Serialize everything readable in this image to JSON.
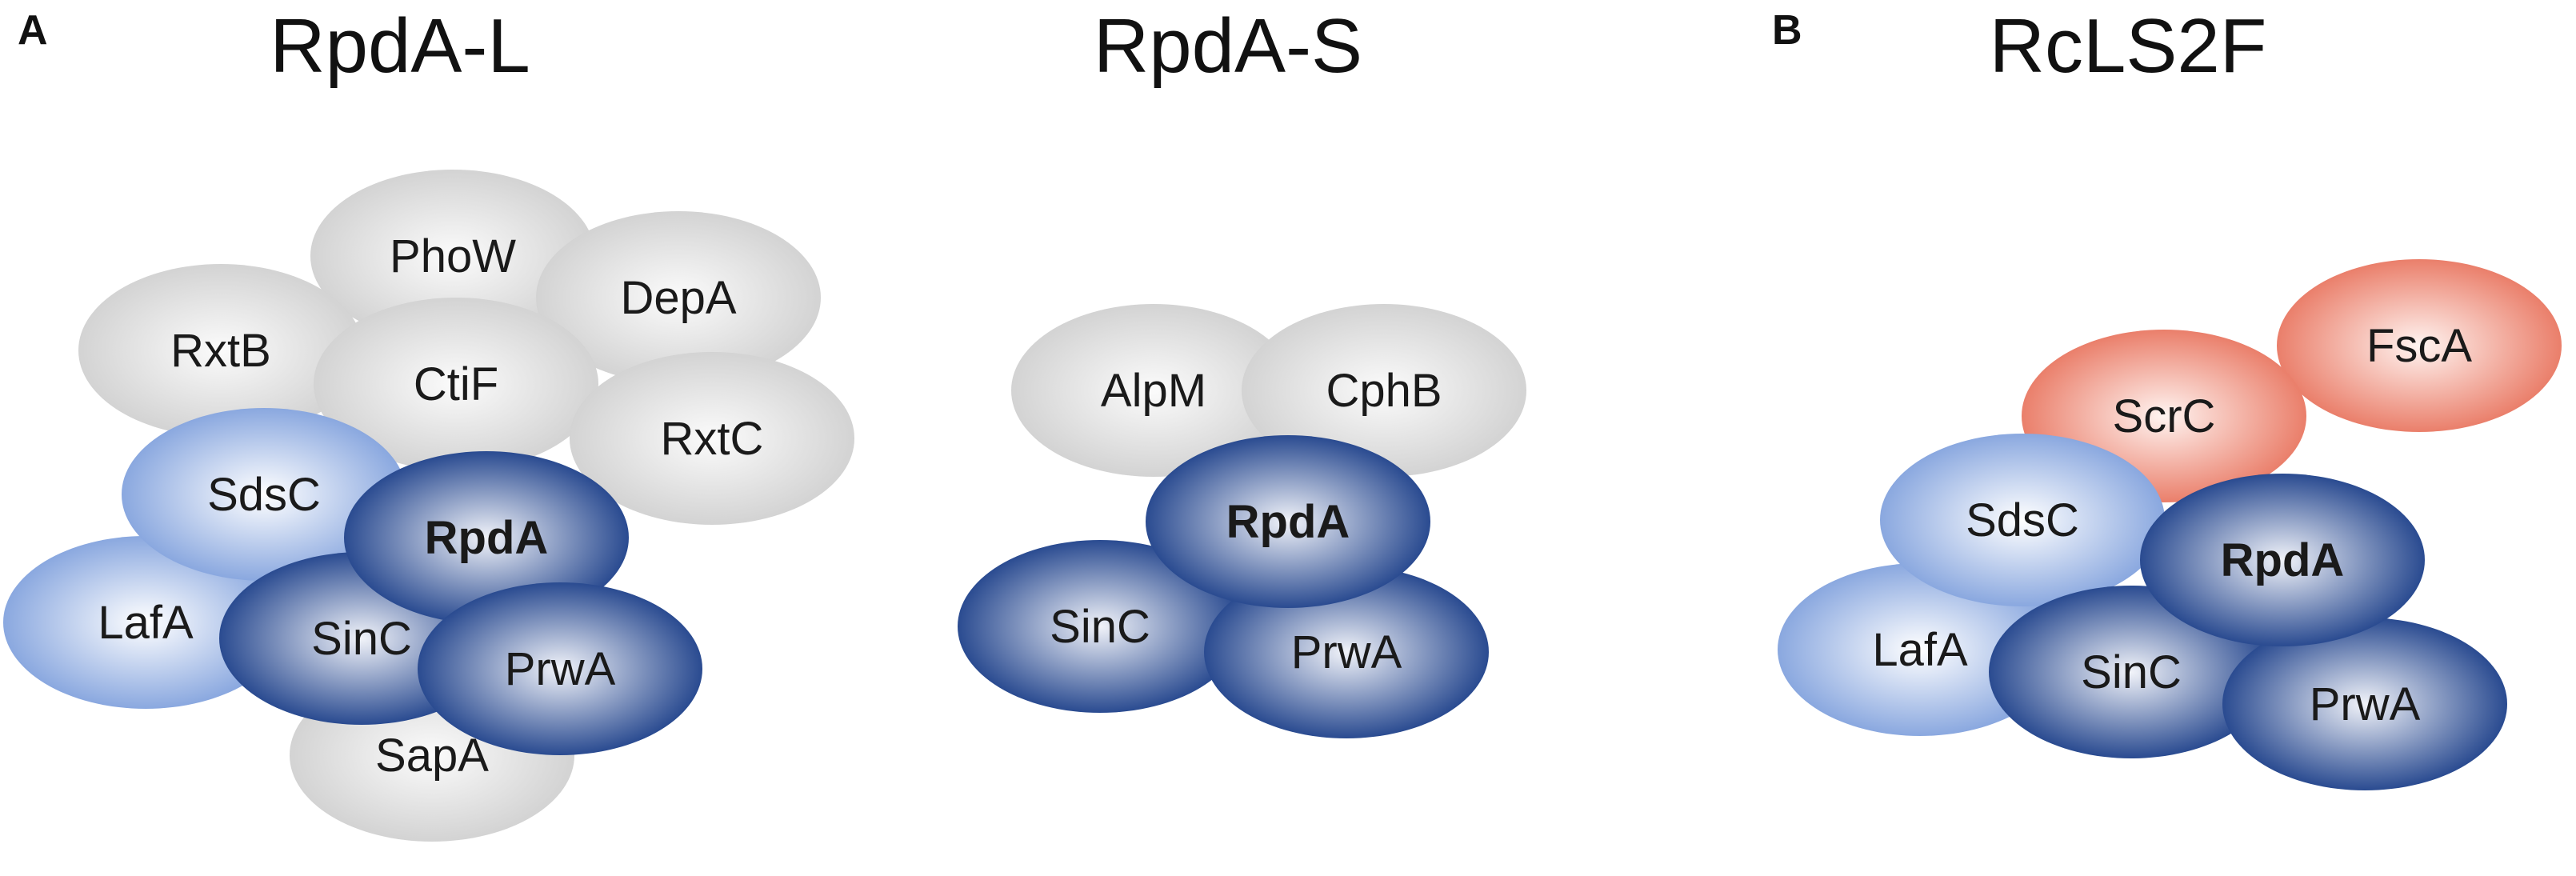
{
  "panels": [
    {
      "letter": "A"
    },
    {
      "letter": "B"
    }
  ],
  "complexes": [
    {
      "title": "RpdA-L",
      "proteins": [
        {
          "name": "PhoW",
          "style": "gray"
        },
        {
          "name": "DepA",
          "style": "gray"
        },
        {
          "name": "RxtB",
          "style": "gray"
        },
        {
          "name": "CtiF",
          "style": "gray"
        },
        {
          "name": "RxtC",
          "style": "gray"
        },
        {
          "name": "SapA",
          "style": "gray"
        },
        {
          "name": "SdsC",
          "style": "lightblue"
        },
        {
          "name": "LafA",
          "style": "lightblue"
        },
        {
          "name": "RpdA",
          "style": "darkblue",
          "bold": true
        },
        {
          "name": "SinC",
          "style": "darkblue"
        },
        {
          "name": "PrwA",
          "style": "darkblue"
        }
      ]
    },
    {
      "title": "RpdA-S",
      "proteins": [
        {
          "name": "AlpM",
          "style": "gray"
        },
        {
          "name": "CphB",
          "style": "gray"
        },
        {
          "name": "RpdA",
          "style": "darkblue",
          "bold": true
        },
        {
          "name": "SinC",
          "style": "darkblue"
        },
        {
          "name": "PrwA",
          "style": "darkblue"
        }
      ]
    },
    {
      "title": "RcLS2F",
      "proteins": [
        {
          "name": "FscA",
          "style": "salmon"
        },
        {
          "name": "ScrC",
          "style": "salmon"
        },
        {
          "name": "SdsC",
          "style": "lightblue"
        },
        {
          "name": "LafA",
          "style": "lightblue"
        },
        {
          "name": "RpdA",
          "style": "darkblue",
          "bold": true
        },
        {
          "name": "SinC",
          "style": "darkblue"
        },
        {
          "name": "PrwA",
          "style": "darkblue"
        }
      ]
    }
  ],
  "colors": {
    "gray_center": "#fbfbfb",
    "gray_edge": "#cfcfcf",
    "lightblue_center": "#ffffff",
    "lightblue_edge": "#7e9fdc",
    "darkblue_center": "#f1f3f9",
    "darkblue_edge": "#163a86",
    "salmon_center": "#fff4f1",
    "salmon_edge": "#e8735d",
    "text": "#1a1a1a"
  }
}
